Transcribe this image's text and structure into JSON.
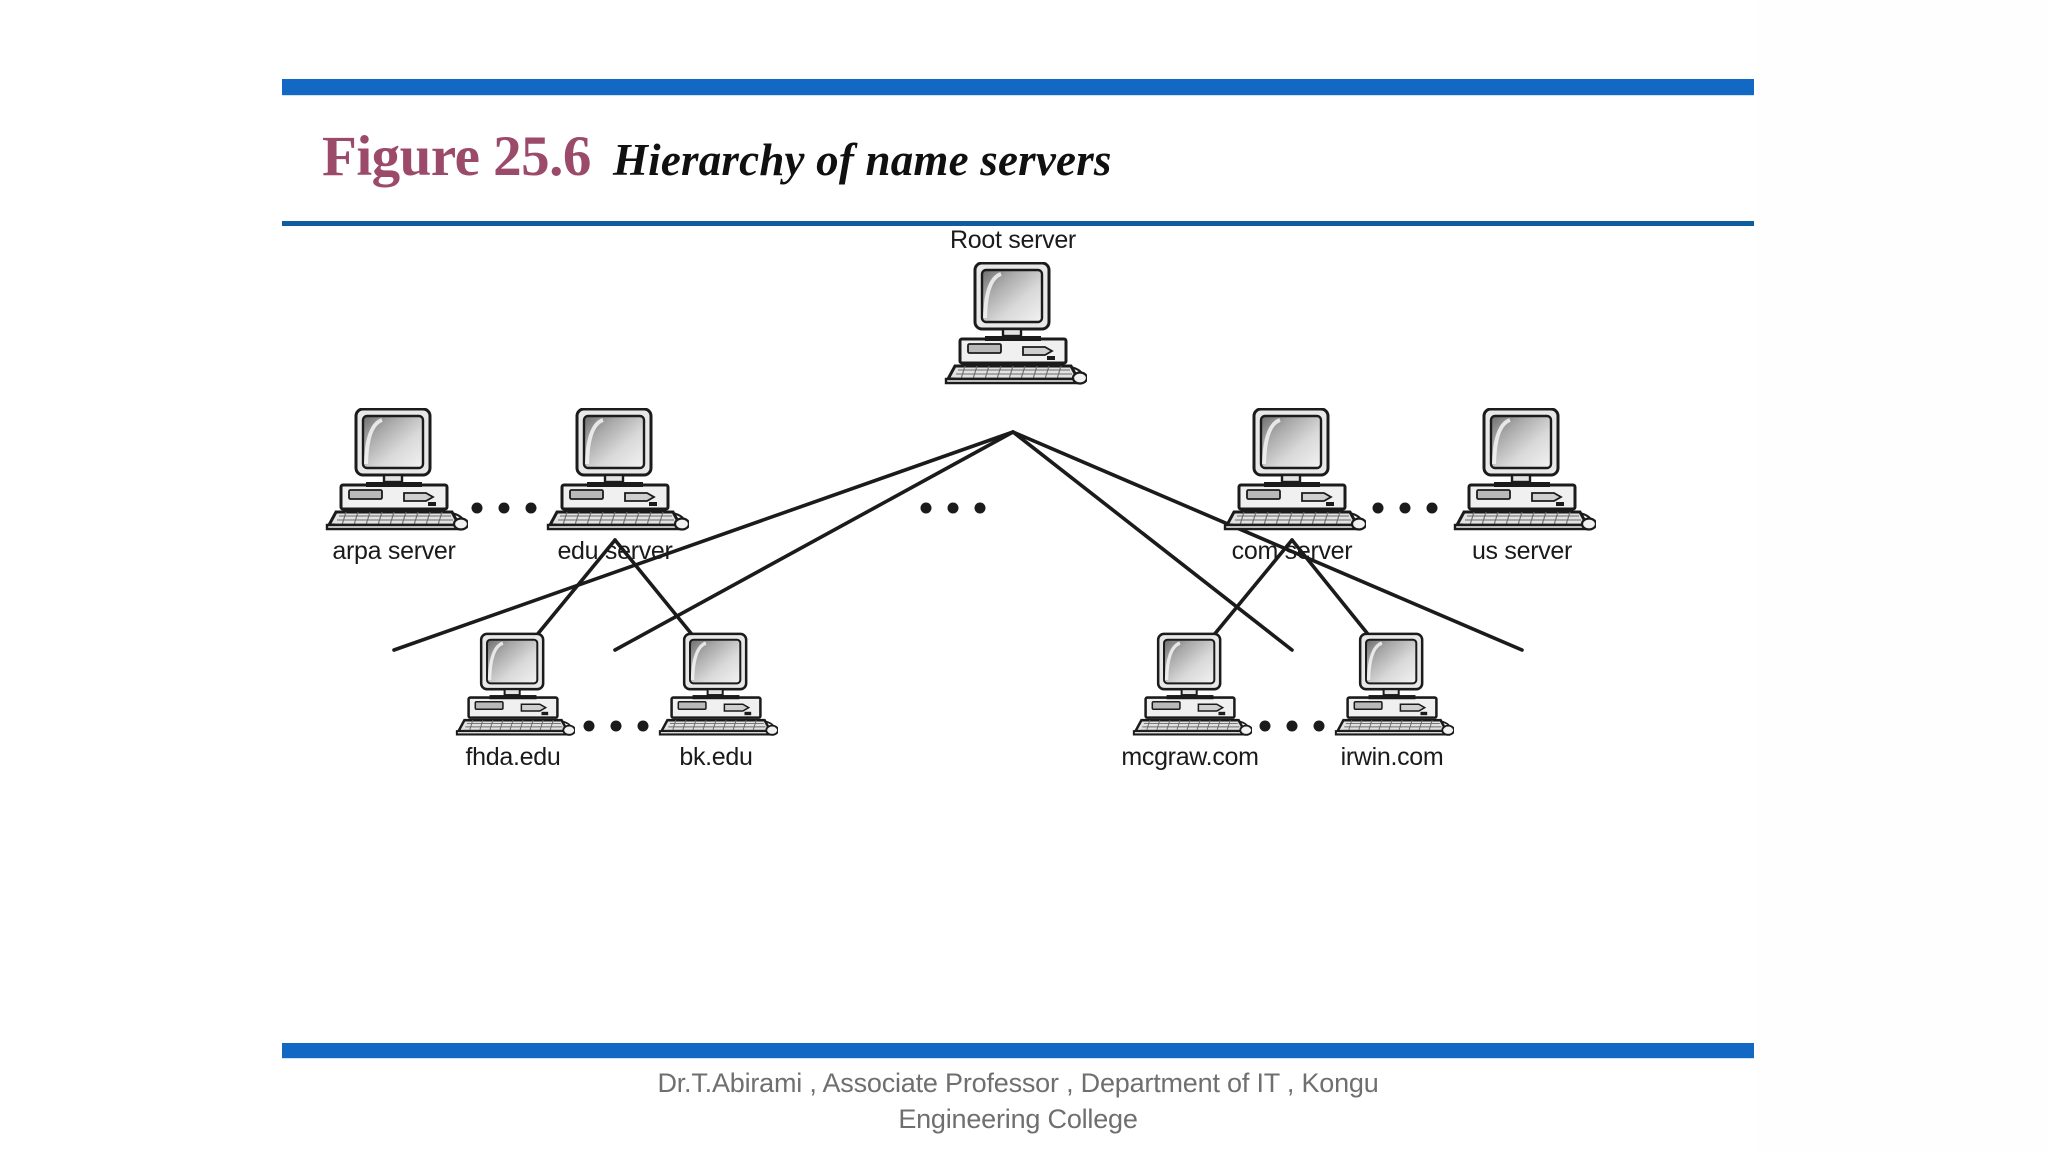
{
  "slide": {
    "figure_label": "Figure 25.6",
    "figure_title": "Hierarchy of name servers",
    "accent_bar_color": "#1268C3",
    "rule_color": "#0F5C9E",
    "figure_label_color": "#9C4A6A",
    "title_color": "#101010",
    "footer_color": "#6F6F6F",
    "background_color": "#FFFFFF"
  },
  "diagram": {
    "type": "tree",
    "icon_name": "desktop-computer-icon",
    "levels": [
      {
        "level": 0,
        "nodes": [
          {
            "id": "root",
            "label": "Root server",
            "label_position": "above"
          }
        ]
      },
      {
        "level": 1,
        "nodes": [
          {
            "id": "arpa",
            "label": "arpa server",
            "label_position": "below"
          },
          {
            "id": "edu",
            "label": "edu server",
            "label_position": "below"
          },
          {
            "id": "com",
            "label": "com server",
            "label_position": "below"
          },
          {
            "id": "us",
            "label": "us server",
            "label_position": "below"
          }
        ]
      },
      {
        "level": 2,
        "nodes": [
          {
            "id": "fhda",
            "label": "fhda.edu",
            "label_position": "below"
          },
          {
            "id": "bk",
            "label": "bk.edu",
            "label_position": "below"
          },
          {
            "id": "mcgraw",
            "label": "mcgraw.com",
            "label_position": "below"
          },
          {
            "id": "irwin",
            "label": "irwin.com",
            "label_position": "below"
          }
        ]
      }
    ],
    "edges": [
      {
        "from": "root",
        "to": "arpa"
      },
      {
        "from": "root",
        "to": "edu"
      },
      {
        "from": "root",
        "to": "com"
      },
      {
        "from": "root",
        "to": "us"
      },
      {
        "from": "edu",
        "to": "fhda"
      },
      {
        "from": "edu",
        "to": "bk"
      },
      {
        "from": "com",
        "to": "mcgraw"
      },
      {
        "from": "com",
        "to": "irwin"
      }
    ],
    "ellipses": [
      {
        "id": "ell-1",
        "text": "...",
        "between": [
          "arpa",
          "edu"
        ]
      },
      {
        "id": "ell-2",
        "text": "...",
        "between": [
          "edu",
          "com"
        ]
      },
      {
        "id": "ell-3",
        "text": "...",
        "between": [
          "com",
          "us"
        ]
      },
      {
        "id": "ell-4",
        "text": "...",
        "between": [
          "fhda",
          "bk"
        ]
      },
      {
        "id": "ell-5",
        "text": "...",
        "between": [
          "mcgraw",
          "irwin"
        ]
      }
    ]
  },
  "footer": {
    "line1": "Dr.T.Abirami , Associate Professor , Department of IT , Kongu",
    "line2": "Engineering College"
  }
}
